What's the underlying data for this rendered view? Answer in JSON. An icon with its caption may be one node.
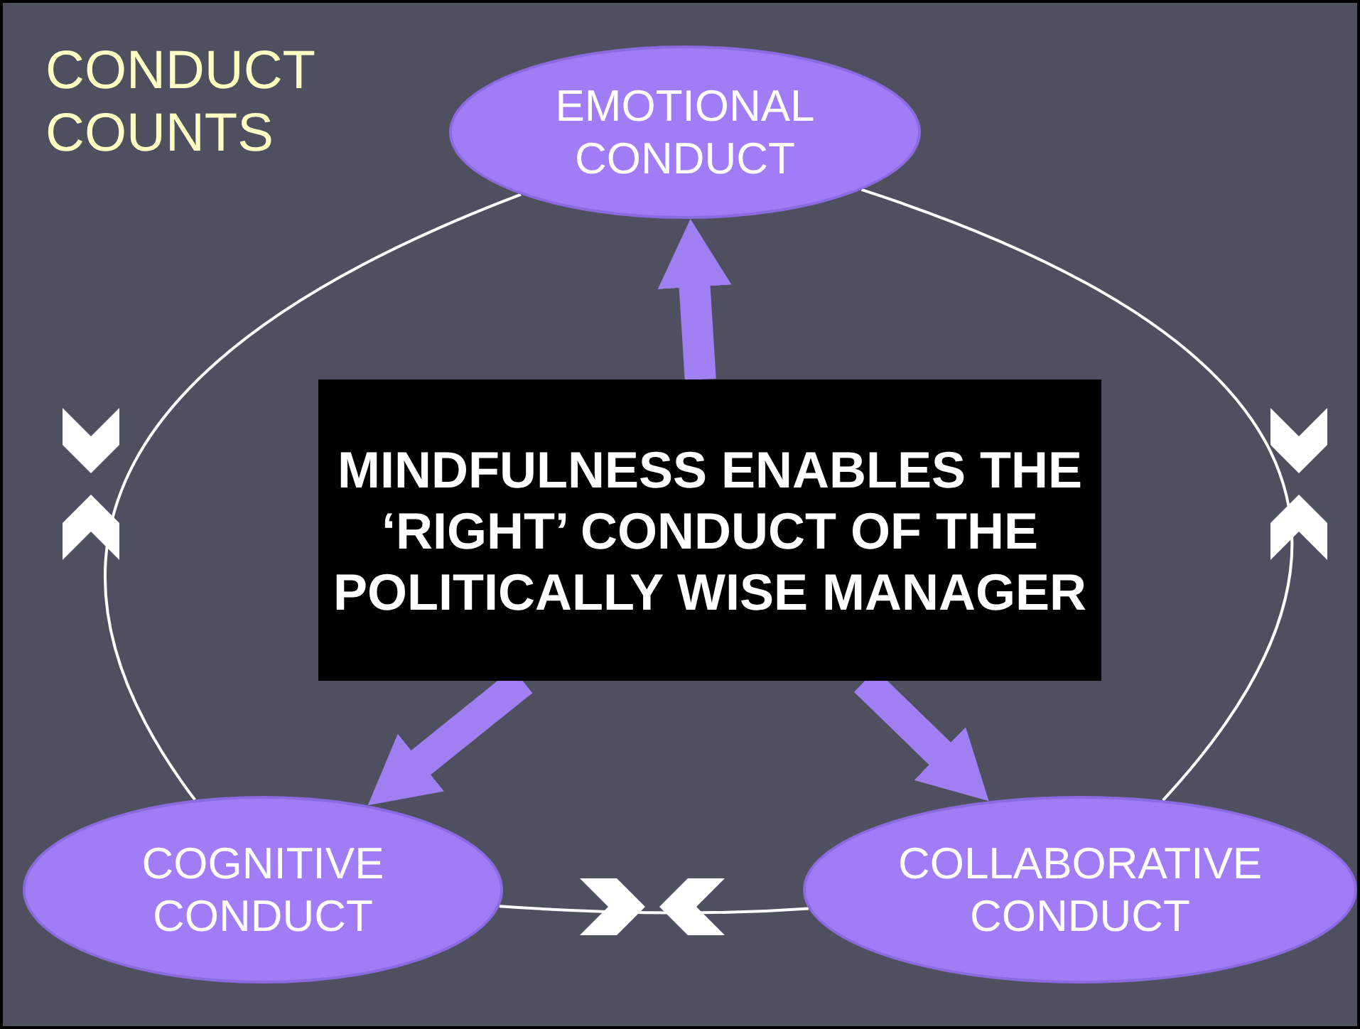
{
  "diagram": {
    "title": "CONDUCT COUNTS",
    "nodes": [
      {
        "text": [
          "EMOTIONAL CONDUCT"
        ]
      },
      {
        "text": [
          "MINDFULNESS ENABLES THE ‘RIGHT’ CONDUCT OF THE POLITICALLY WISE MANAGER"
        ]
      },
      {
        "text": [
          "COGNITIVE CONDUCT"
        ]
      },
      {
        "text": [
          "COLLABORATIVE CONDUCT"
        ]
      }
    ],
    "edges": [
      {
        "from": 1,
        "to": 0,
        "arrow": "to",
        "style": "thick",
        "color": "#9f7ff2"
      },
      {
        "from": 1,
        "to": 2,
        "arrow": "to",
        "style": "thick",
        "color": "#9f7ff2"
      },
      {
        "from": 1,
        "to": 3,
        "arrow": "to",
        "style": "thick",
        "color": "#9f7ff2"
      },
      {
        "from": 0,
        "to": 2,
        "arrow": "none",
        "color": "#ffffff"
      },
      {
        "from": 0,
        "to": 3,
        "arrow": "none",
        "color": "#ffffff"
      },
      {
        "from": 2,
        "to": 3,
        "arrow": "none",
        "color": "#ffffff"
      }
    ]
  }
}
